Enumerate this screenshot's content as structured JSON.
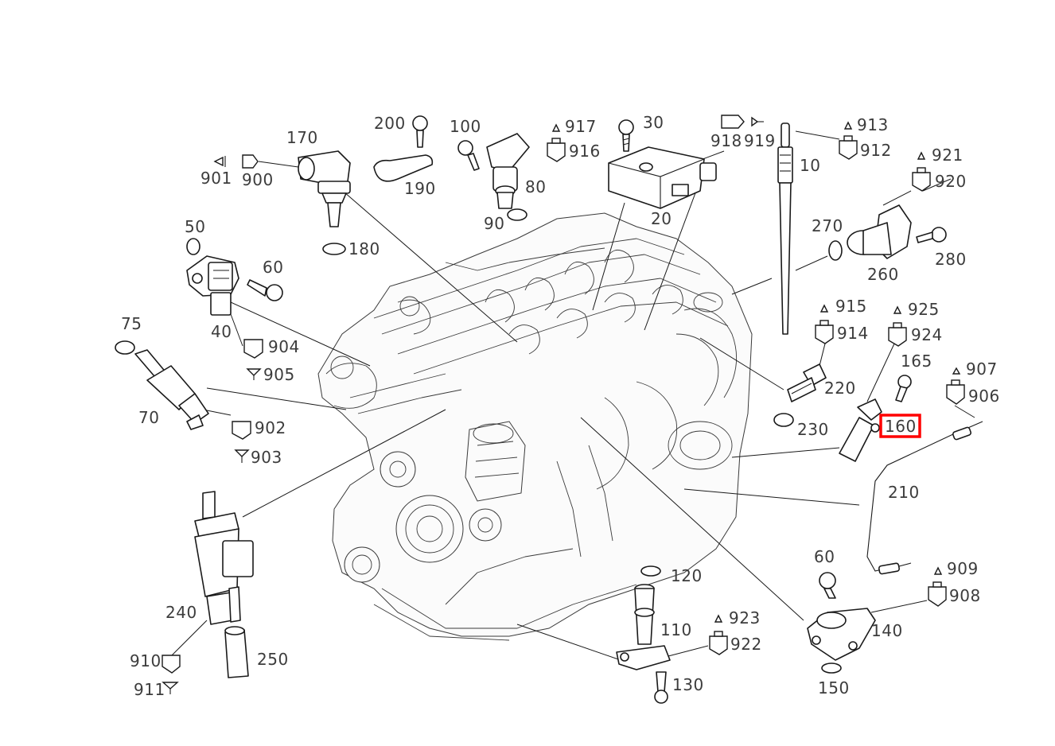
{
  "highlight": {
    "label": "160",
    "color": "#ff0000"
  },
  "labels": {
    "p10": "10",
    "p20": "20",
    "p30": "30",
    "p40": "40",
    "p50": "50",
    "p60a": "60",
    "p60b": "60",
    "p70": "70",
    "p75": "75",
    "p80": "80",
    "p90": "90",
    "p100": "100",
    "p110": "110",
    "p120": "120",
    "p130": "130",
    "p140": "140",
    "p150": "150",
    "p160": "160",
    "p165": "165",
    "p170": "170",
    "p180": "180",
    "p190": "190",
    "p200": "200",
    "p210": "210",
    "p220": "220",
    "p230": "230",
    "p240": "240",
    "p250": "250",
    "p260": "260",
    "p270": "270",
    "p280": "280",
    "p900": "900",
    "p901": "901",
    "p902": "902",
    "p903": "903",
    "p904": "904",
    "p905": "905",
    "p906": "906",
    "p907": "907",
    "p908": "908",
    "p909": "909",
    "p910": "910",
    "p911": "911",
    "p912": "912",
    "p913": "913",
    "p914": "914",
    "p915": "915",
    "p916": "916",
    "p917": "917",
    "p918": "918",
    "p919": "919",
    "p920": "920",
    "p921": "921",
    "p922": "922",
    "p923": "923",
    "p924": "924",
    "p925": "925"
  }
}
